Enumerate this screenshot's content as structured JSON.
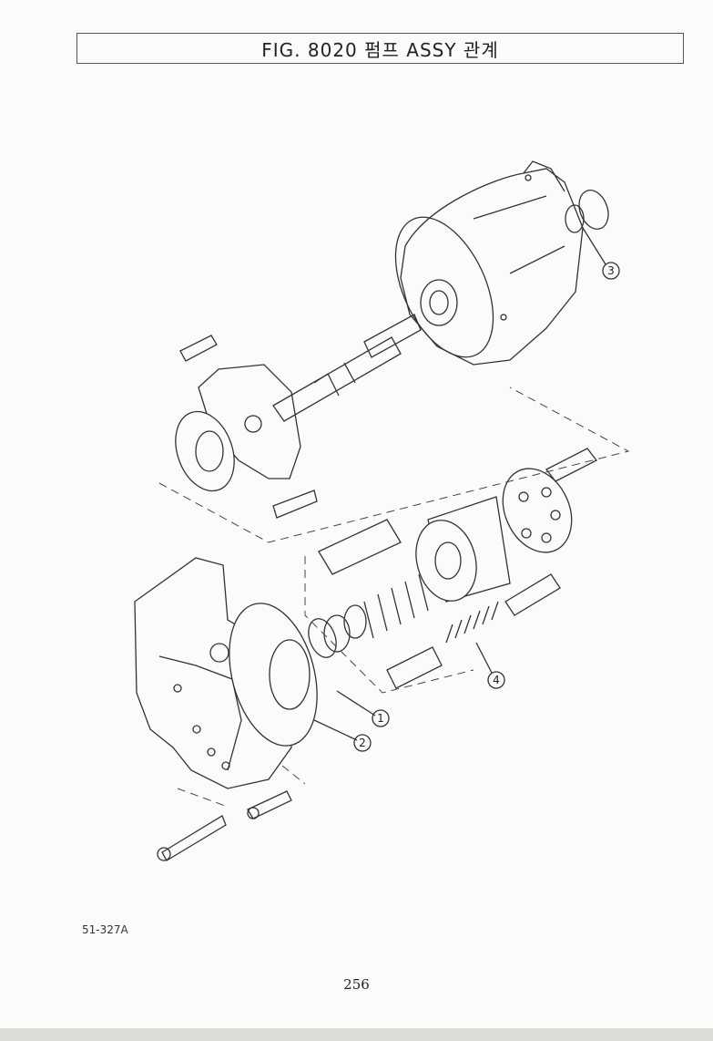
{
  "header": {
    "title": "FIG. 8020 펌프 ASSY 관계"
  },
  "callouts": [
    "1",
    "2",
    "3",
    "4"
  ],
  "figure": {
    "reference": "51-327A"
  },
  "footer": {
    "page_number": "256"
  }
}
